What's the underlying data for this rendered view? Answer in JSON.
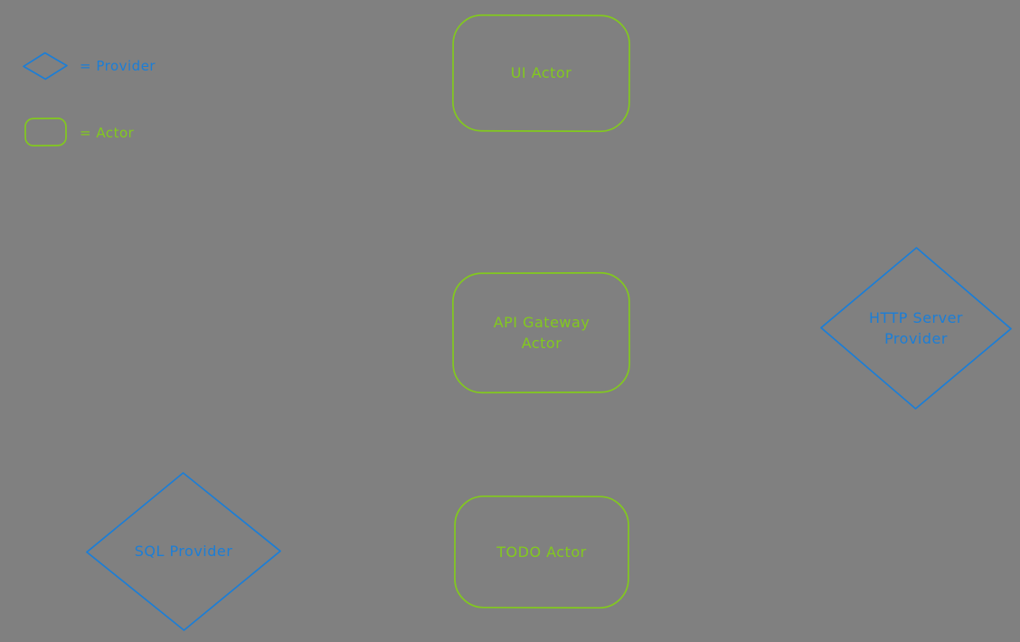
{
  "canvas": {
    "background_color": "#808080"
  },
  "colors": {
    "provider": "#1c7ed6",
    "actor": "#82c91e"
  },
  "legend": {
    "provider_label": "= Provider",
    "actor_label": "= Actor"
  },
  "nodes": {
    "ui_actor": {
      "label": "UI Actor",
      "type": "actor",
      "shape": "rounded-rectangle"
    },
    "api_gateway_actor": {
      "label": "API Gateway Actor",
      "type": "actor",
      "shape": "rounded-rectangle"
    },
    "todo_actor": {
      "label": "TODO Actor",
      "type": "actor",
      "shape": "rounded-rectangle"
    },
    "http_server_provider": {
      "label": "HTTP Server Provider",
      "type": "provider",
      "shape": "diamond"
    },
    "sql_provider": {
      "label": "SQL Provider",
      "type": "provider",
      "shape": "diamond"
    }
  }
}
